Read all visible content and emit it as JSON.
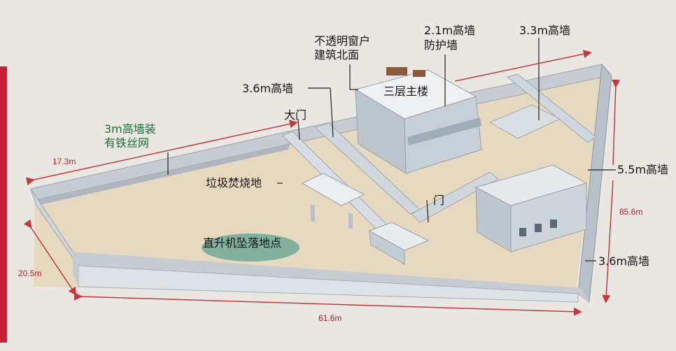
{
  "colors": {
    "page_bg": "#eae6e1",
    "red_band": "#c8203b",
    "ground": "#e6d9c0",
    "wall_top": "#c6ccd2",
    "wall_face": "#dde2e7",
    "building": "#c3cbd2",
    "roof": "#eef0f2",
    "pool": "#6fa898",
    "dimension": "#a8262b",
    "label_green": "#1d6e3a"
  },
  "labels": {
    "window_line1": "不透明窗户",
    "window_line2": "建筑北面",
    "wall_21_line1": "2.1m高墙",
    "wall_21_line2": "防护墙",
    "wall_33": "3.3m高墙",
    "wall_36_top": "3.6m高墙",
    "main_building": "三层主楼",
    "main_gate": "大门",
    "wire_wall_line1": "3m高墙装",
    "wire_wall_line2": "有铁丝网",
    "burn_area": "垃圾焚烧地",
    "door": "门",
    "wall_55": "5.5m高墙",
    "crash_site": "直升机坠落地点",
    "wall_36_bottom": "3.6m高墙"
  },
  "dimensions": {
    "left_wall": "17.3m",
    "right_wall": "85.6m",
    "front_left": "20.5m",
    "front_wall": "61.6m"
  }
}
